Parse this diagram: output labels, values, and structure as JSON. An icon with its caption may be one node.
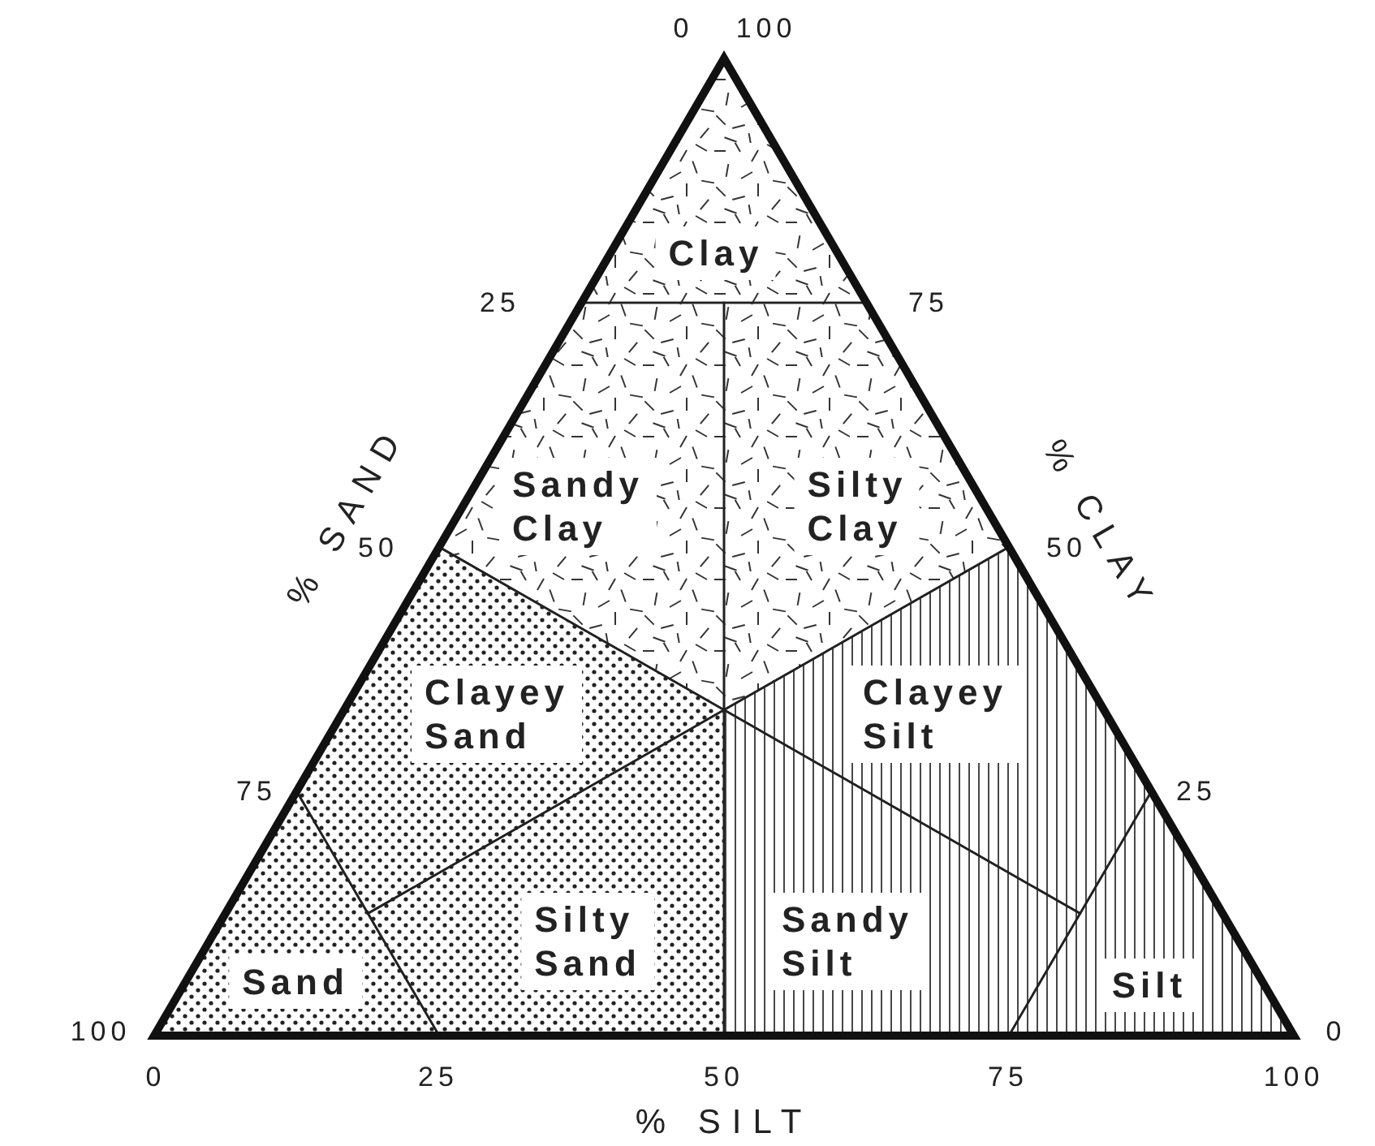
{
  "diagram": {
    "nodes": [
      {
        "text": [
          "Clay"
        ]
      },
      {
        "text": [
          "Sandy Clay"
        ]
      },
      {
        "text": [
          "Silty Clay"
        ]
      },
      {
        "text": [
          "Clayey Sand"
        ]
      },
      {
        "text": [
          "Clayey Silt"
        ]
      },
      {
        "text": [
          "Silty Sand"
        ]
      },
      {
        "text": [
          "Sandy Silt"
        ]
      },
      {
        "text": [
          "Sand"
        ]
      },
      {
        "text": [
          "Silt"
        ]
      }
    ],
    "labels": [
      "0",
      "100",
      "25",
      "75",
      "% SAND",
      "% CLAY",
      "50",
      "50",
      "75",
      "25",
      "100",
      "0",
      "0",
      "25",
      "50",
      "75",
      "100",
      "% SILT"
    ]
  }
}
